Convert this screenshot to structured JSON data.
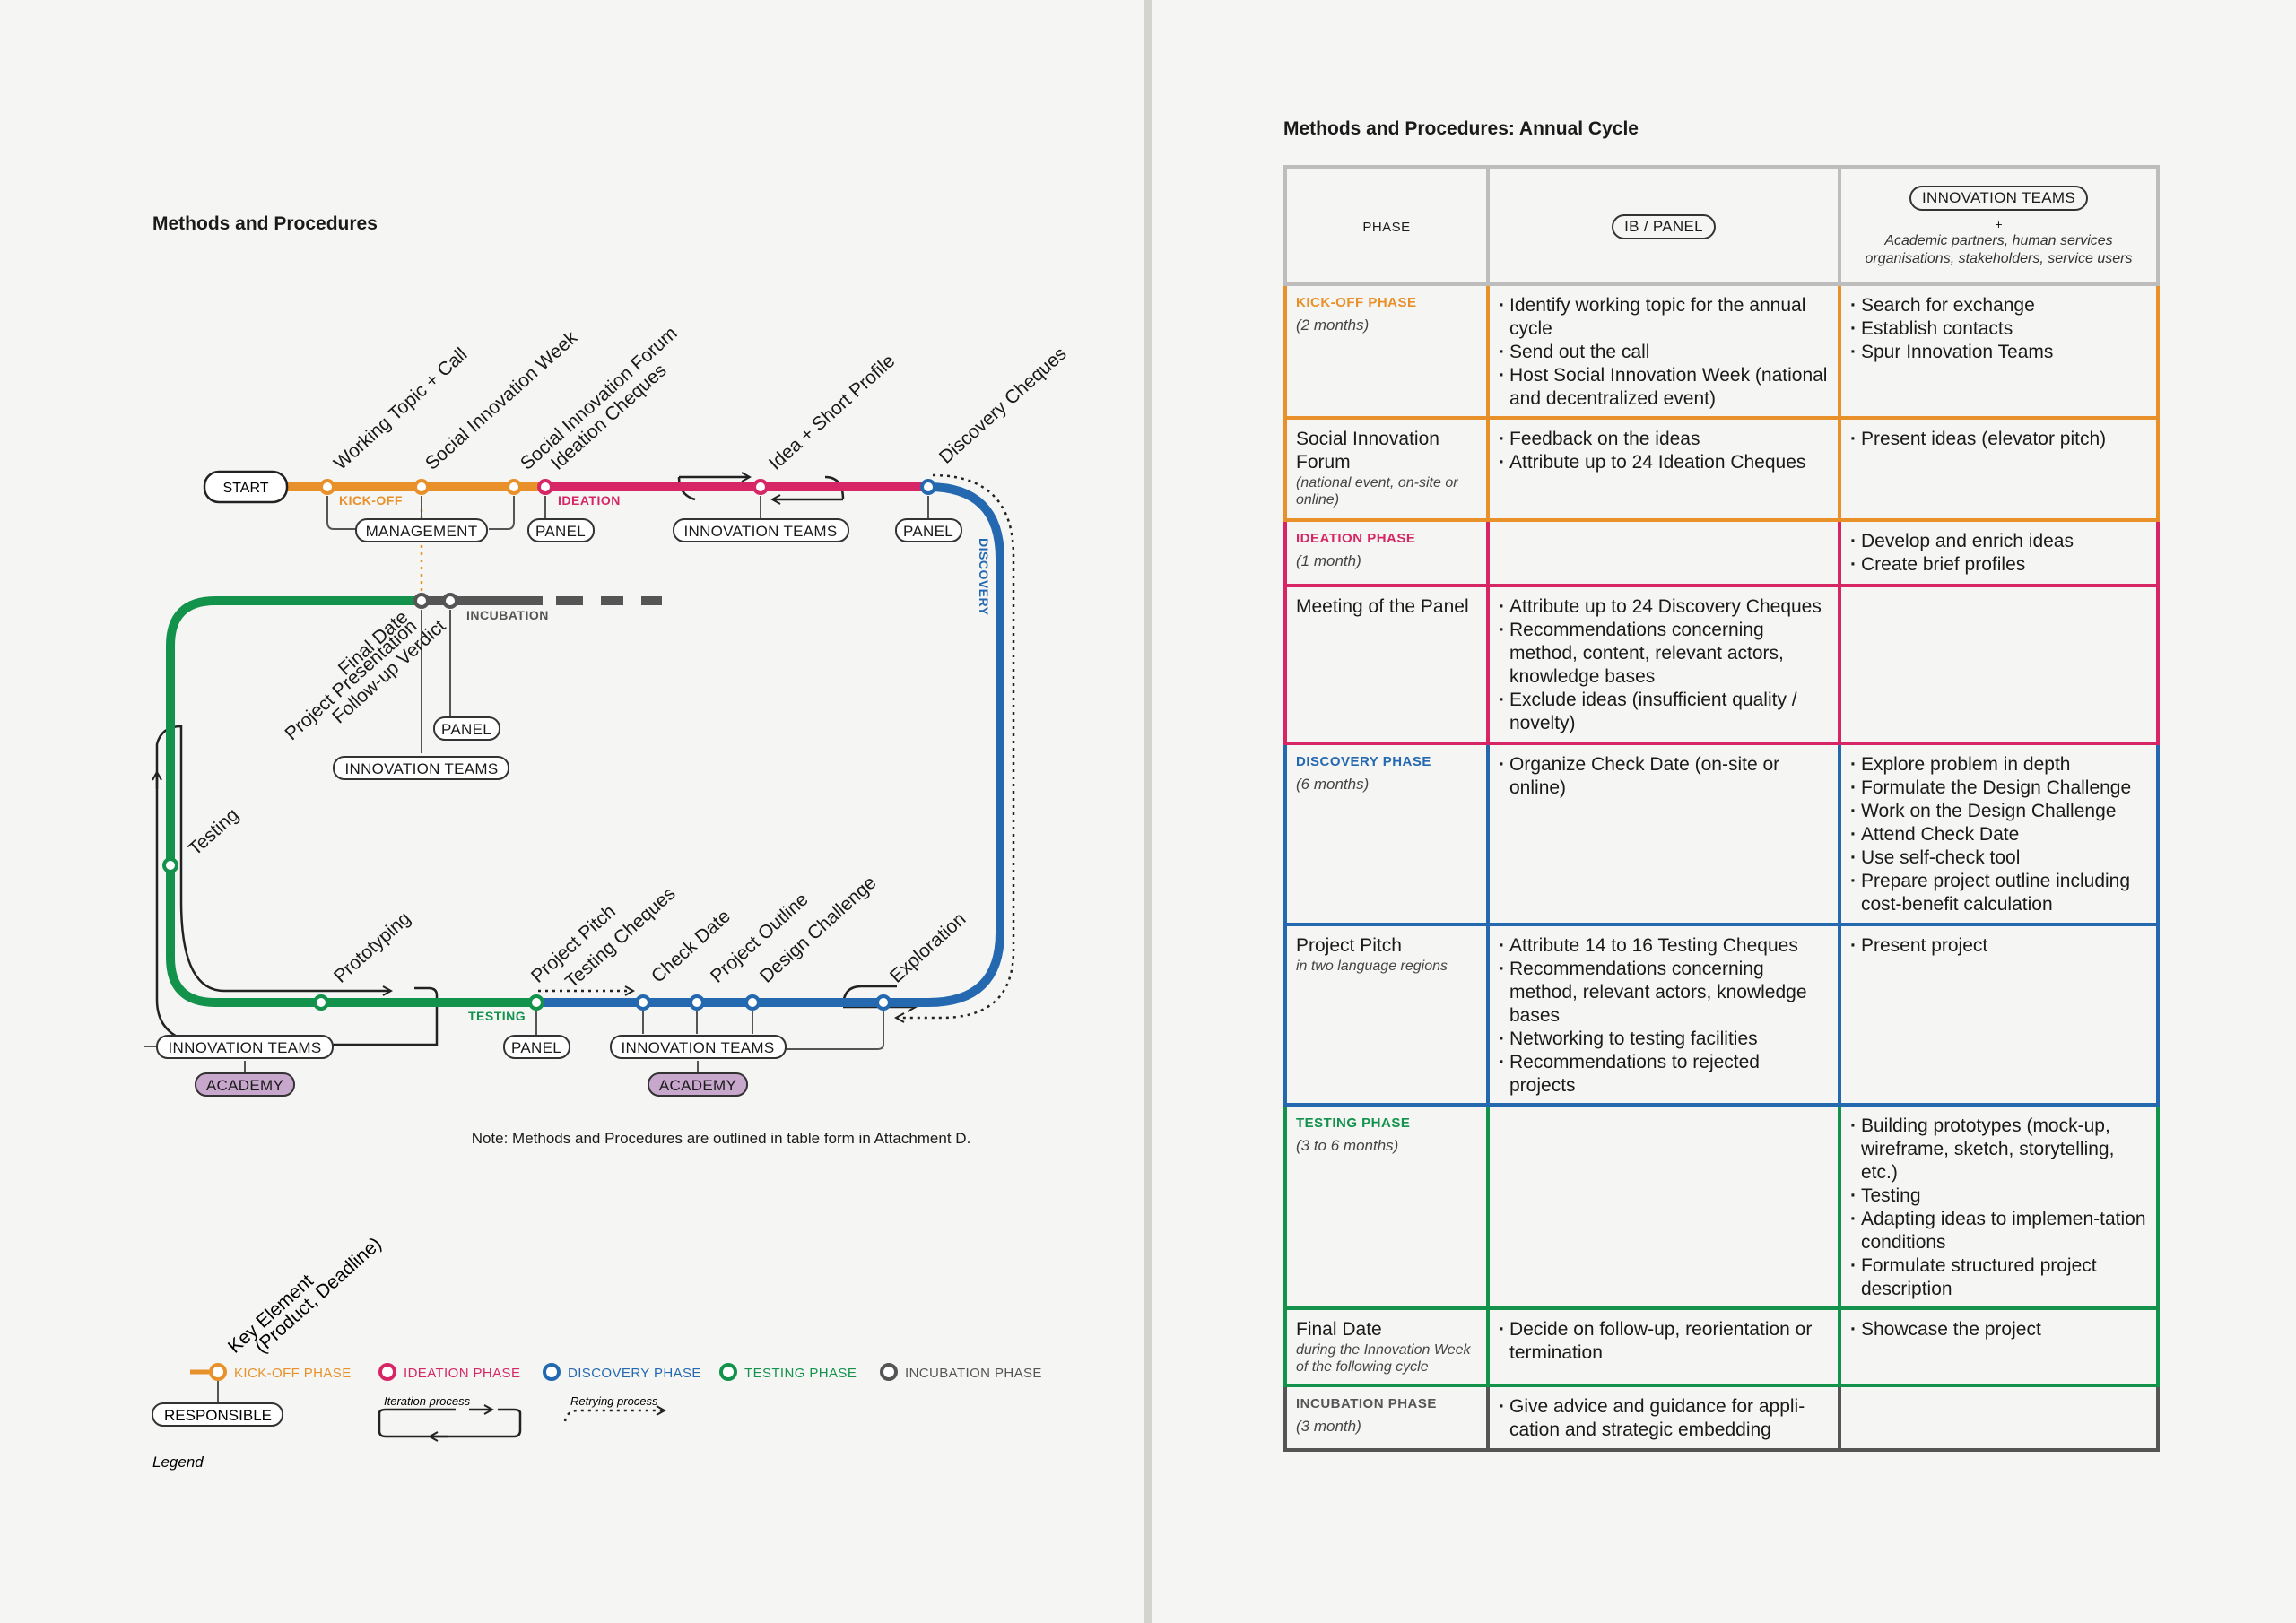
{
  "left_page": {
    "title": "Methods and Procedures",
    "note": "Note: Methods and Procedures are outlined in table form in Attachment D.",
    "start_label": "START",
    "line_labels": {
      "kickoff": "KICK-OFF",
      "ideation": "IDEATION",
      "discovery": "DISCOVERY",
      "testing": "TESTING",
      "incubation": "INCUBATION"
    },
    "milestones": {
      "working_topic": "Working Topic + Call",
      "social_week": "Social Innovation Week",
      "social_forum": "Social Innovation Forum",
      "ideation_cheques": "Ideation Cheques",
      "idea_profile": "Idea + Short Profile",
      "discovery_cheques": "Discovery Cheques",
      "final_date": "Final Date",
      "project_presentation": "Project Presentation",
      "follow_up": "Follow-up Verdict",
      "testing": "Testing",
      "prototyping": "Prototyping",
      "project_pitch": "Project Pitch",
      "testing_cheques": "Testing Cheques",
      "check_date": "Check Date",
      "project_outline": "Project Outline",
      "design_challenge": "Design Challenge",
      "exploration": "Exploration"
    },
    "actors": {
      "management": "MANAGEMENT",
      "panel": "PANEL",
      "innovation_teams": "INNOVATION TEAMS",
      "academy": "ACADEMY"
    },
    "legend": {
      "title": "Legend",
      "key_element": "Key Element",
      "key_element_sub": "(Product, Deadline)",
      "responsible": "RESPONSIBLE",
      "kickoff_phase": "KICK-OFF PHASE",
      "ideation_phase": "IDEATION PHASE",
      "discovery_phase": "DISCOVERY PHASE",
      "testing_phase": "TESTING PHASE",
      "incubation_phase": "INCUBATION PHASE",
      "iteration": "Iteration process",
      "retrying": "Retrying process"
    },
    "colors": {
      "kickoff": "#e8902a",
      "ideation": "#d62666",
      "discovery": "#2469b0",
      "testing": "#12924b",
      "incubation": "#555555",
      "academy": "#c7a7cc"
    }
  },
  "right_page": {
    "title": "Methods and Procedures: Annual Cycle",
    "header": {
      "phase": "PHASE",
      "ib_panel": "IB / PANEL",
      "innovation_teams": "INNOVATION TEAMS",
      "plus": "+",
      "partners": "Academic partners, human services organisations, stakeholders, service users"
    },
    "rows": {
      "kickoff_phase": {
        "name": "KICK-OFF PHASE",
        "duration": "(2 months)",
        "ib": [
          "Identify working topic for the annual cycle",
          "Send out the call",
          "Host Social Innovation Week (national and decentralized event)"
        ],
        "teams": [
          "Search for exchange",
          "Establish contacts",
          "Spur Innovation Teams"
        ]
      },
      "social_forum": {
        "name": "Social Innovation Forum",
        "note": "(national event, on-site or online)",
        "ib": [
          "Feedback on the ideas",
          "Attribute up to 24 Ideation Cheques"
        ],
        "teams": [
          "Present ideas (elevator pitch)"
        ]
      },
      "ideation_phase": {
        "name": "IDEATION PHASE",
        "duration": "(1 month)",
        "teams": [
          "Develop and enrich ideas",
          "Create brief profiles"
        ]
      },
      "panel_meeting": {
        "name": "Meeting of the Panel",
        "ib": [
          "Attribute up to 24 Discovery Cheques",
          "Recommendations concerning method, content, relevant actors, knowledge bases",
          "Exclude ideas (insufficient quality / novelty)"
        ]
      },
      "discovery_phase": {
        "name": "DISCOVERY PHASE",
        "duration": "(6 months)",
        "ib": [
          "Organize Check Date (on-site or online)"
        ],
        "teams": [
          "Explore problem in depth",
          "Formulate the Design Challenge",
          "Work on the Design Challenge",
          "Attend Check Date",
          "Use self-check tool",
          "Prepare project outline including cost-benefit calculation"
        ]
      },
      "project_pitch": {
        "name": "Project Pitch",
        "note": "in two language regions",
        "ib": [
          "Attribute 14 to 16 Testing Cheques",
          "Recommendations concerning method, relevant actors, knowledge bases",
          "Networking to testing facilities",
          "Recommendations to rejected projects"
        ],
        "teams": [
          "Present project"
        ]
      },
      "testing_phase": {
        "name": "TESTING PHASE",
        "duration": "(3 to 6 months)",
        "teams": [
          "Building prototypes (mock-up, wireframe, sketch, storytelling, etc.)",
          "Testing",
          "Adapting ideas to implemen-tation conditions",
          "Formulate structured project description"
        ]
      },
      "final_date": {
        "name": "Final Date",
        "note": "during the Innovation Week of the following cycle",
        "ib": [
          "Decide on follow-up, reorientation or termination"
        ],
        "teams": [
          "Showcase the project"
        ]
      },
      "incubation_phase": {
        "name": "INCUBATION PHASE",
        "duration": "(3 month)",
        "ib": [
          "Give advice and guidance for appli-cation and strategic embedding"
        ]
      }
    }
  }
}
